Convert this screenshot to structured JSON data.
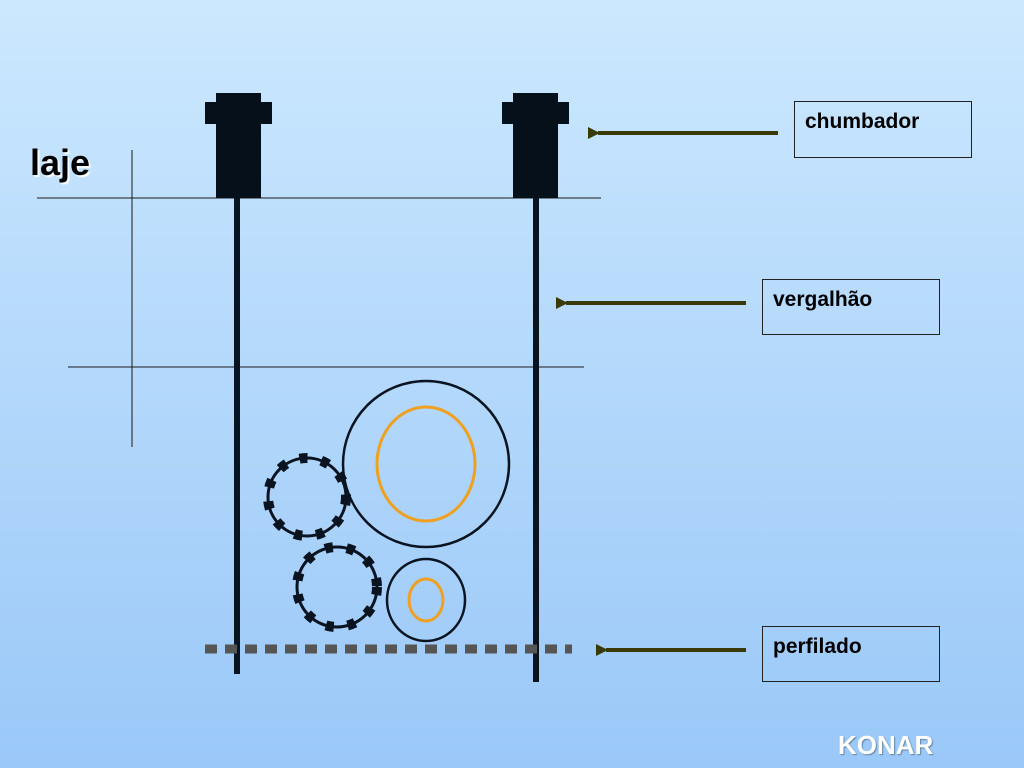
{
  "labels": {
    "laje": "laje",
    "chumbador": "chumbador",
    "vergalhao": "vergalhão",
    "perfilado": "perfilado"
  },
  "brand": "KONAR",
  "colors": {
    "background_top": "#cce8fe",
    "background_bottom": "#9ac8f8",
    "anchor": "#06101a",
    "rod": "#0a1420",
    "arrow": "#3a3a08",
    "cable_ring": "#0a1420",
    "inner_cable": "#f0a020",
    "perfilado": "#555555"
  }
}
